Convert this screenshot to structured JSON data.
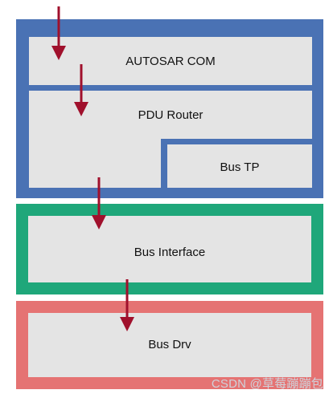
{
  "colors": {
    "autosar_layer_border": "#4a72b4",
    "bus_interface_border": "#1fa77a",
    "bus_drv_border": "#e57373",
    "box_fill": "#e4e4e4",
    "arrow": "#a0102c"
  },
  "blocks": {
    "autosar_com": "AUTOSAR COM",
    "pdu_router": "PDU Router",
    "bus_tp": "Bus TP",
    "bus_interface": "Bus Interface",
    "bus_drv": "Bus Drv"
  },
  "watermark": "CSDN @草莓蹦蹦包"
}
